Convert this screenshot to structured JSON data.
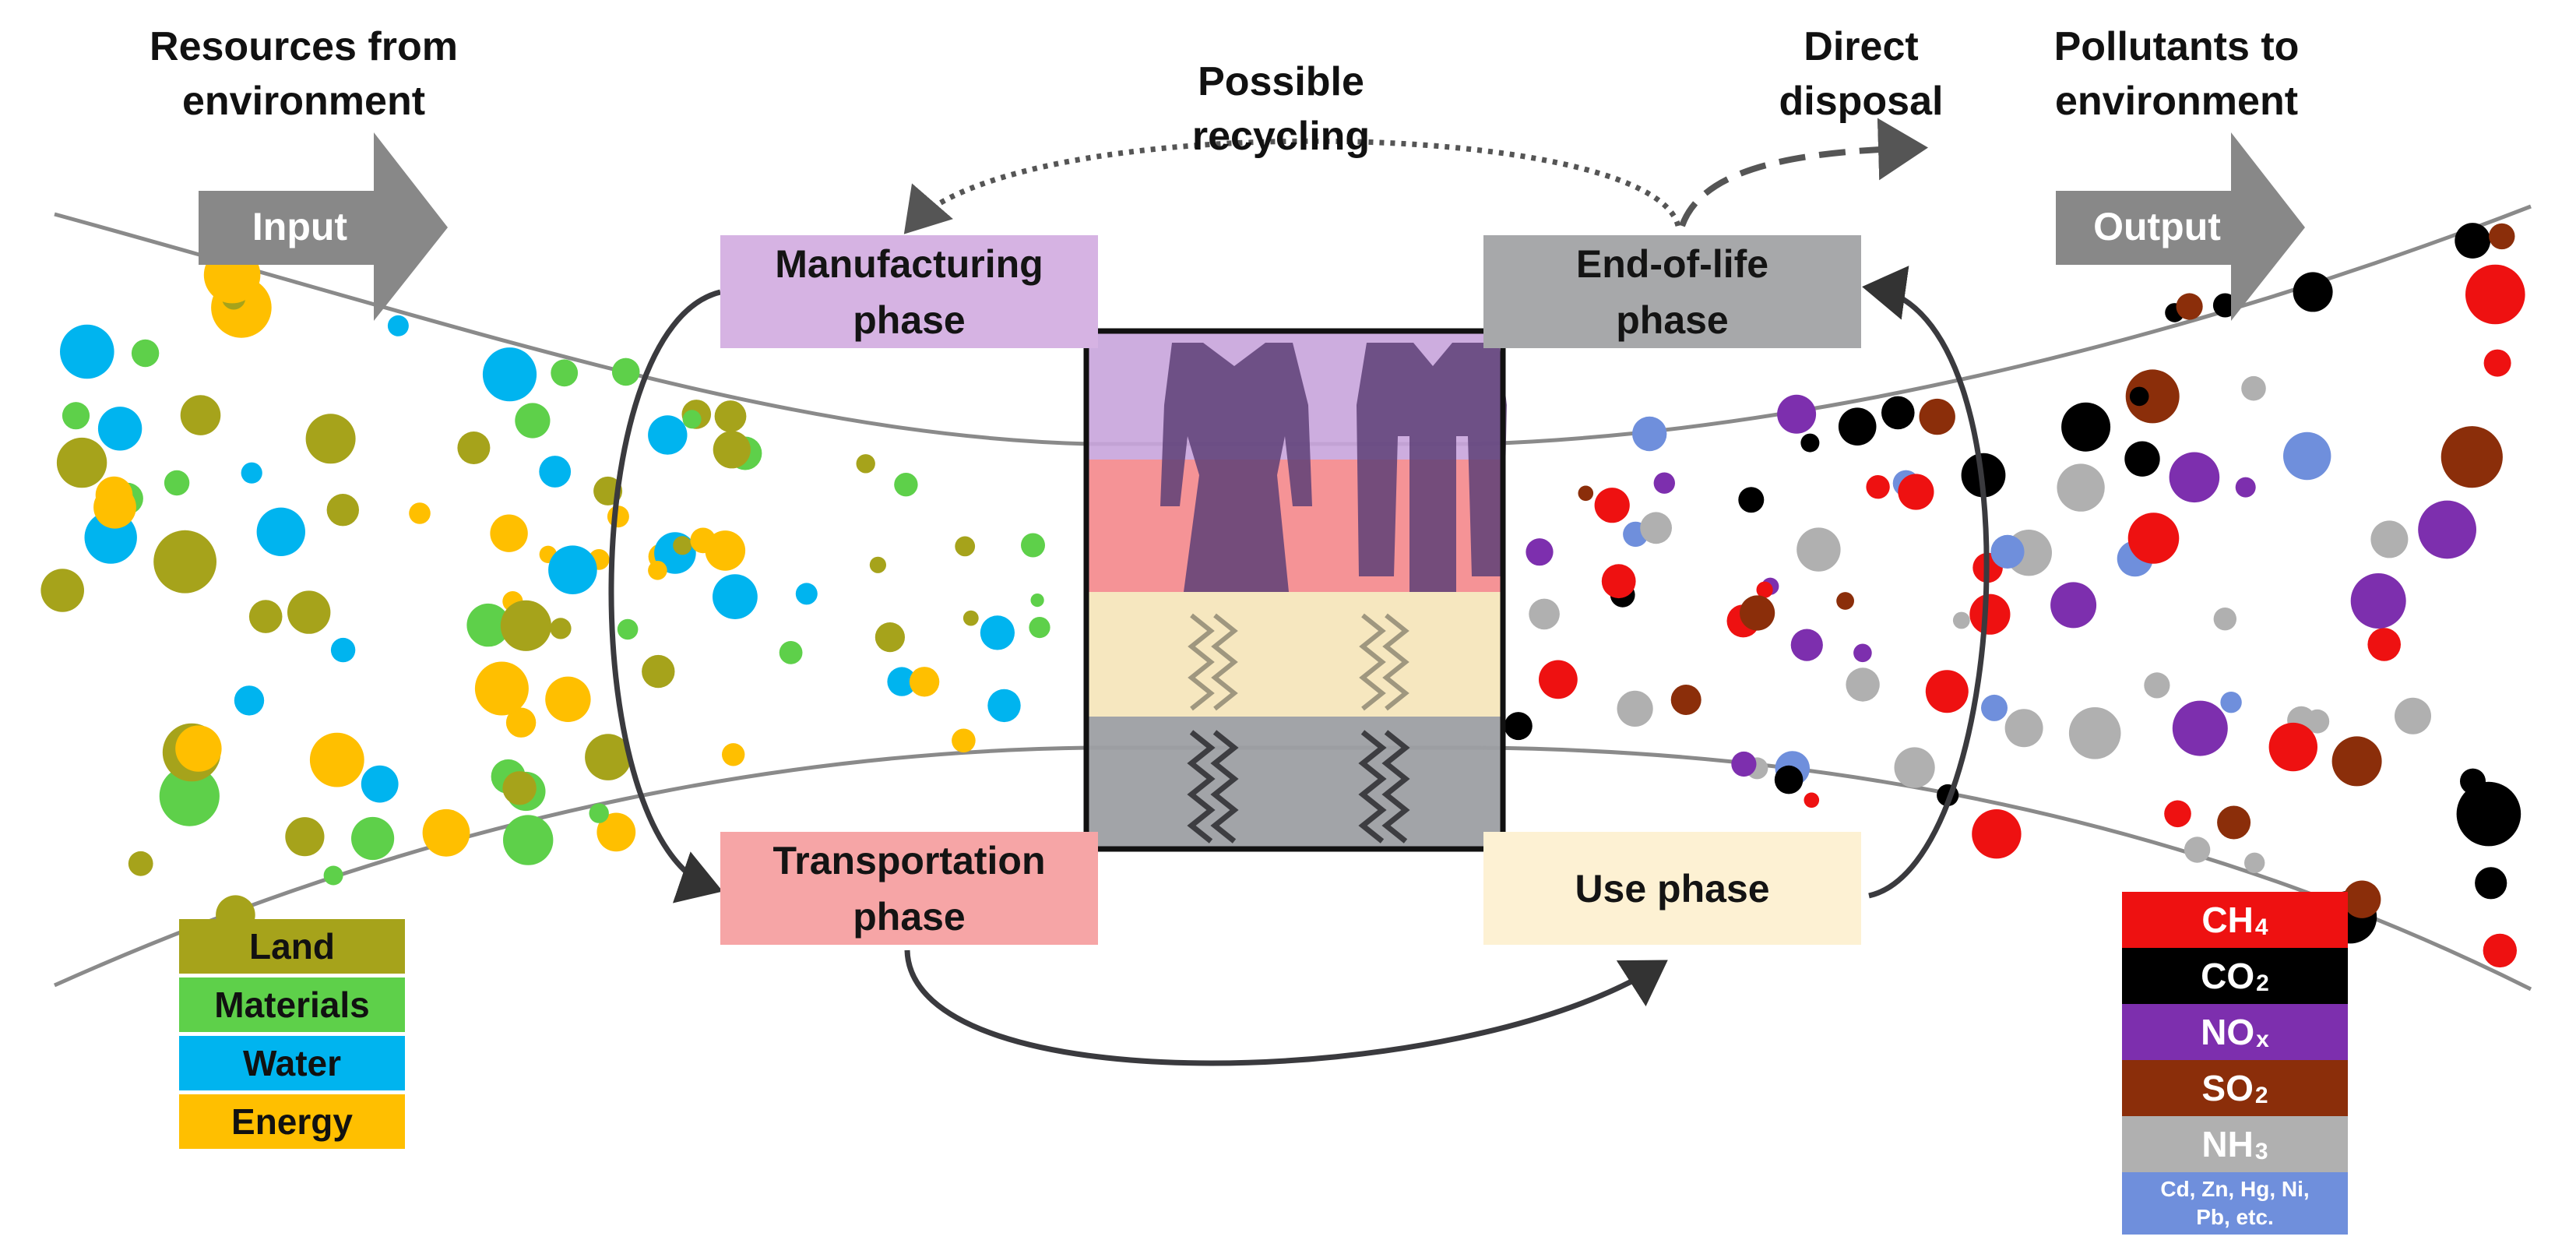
{
  "headings": {
    "resources": "Resources from\nenvironment",
    "recycling": "Possible\nrecycling",
    "disposal": "Direct\ndisposal",
    "pollutants": "Pollutants to\nenvironment"
  },
  "arrows": {
    "input": "Input",
    "output": "Output"
  },
  "phases": {
    "manufacturing": "Manufacturing\nphase",
    "end_of_life": "End-of-life\nphase",
    "transportation": "Transportation\nphase",
    "use": "Use phase"
  },
  "resource_legend": [
    {
      "label": "Land",
      "color": "#a6a31b"
    },
    {
      "label": "Materials",
      "color": "#5ed04a"
    },
    {
      "label": "Water",
      "color": "#00b4ef"
    },
    {
      "label": "Energy",
      "color": "#ffbf00"
    }
  ],
  "pollutant_legend": [
    {
      "main": "CH",
      "sub": "4",
      "color": "#ee1111"
    },
    {
      "main": "CO",
      "sub": "2",
      "color": "#000000"
    },
    {
      "main": "NO",
      "sub": "x",
      "color": "#7d2fae"
    },
    {
      "main": "SO",
      "sub": "2",
      "color": "#8b2e0a"
    },
    {
      "main": "NH",
      "sub": "3",
      "color": "#b0b0b0"
    },
    {
      "main": "Cd, Zn, Hg, Ni,\nPb, etc.",
      "sub": "",
      "color": "#6f8fdc"
    }
  ],
  "colors": {
    "manufacturing": "#d6b3e3",
    "end_of_life": "#a7a8aa",
    "transportation": "#f6a5a6",
    "use": "#fdf1d3",
    "arrow_gray": "#888888"
  },
  "icons": [
    "dress-icon",
    "shirt-icon",
    "fabric-icon",
    "fiber-icon"
  ]
}
